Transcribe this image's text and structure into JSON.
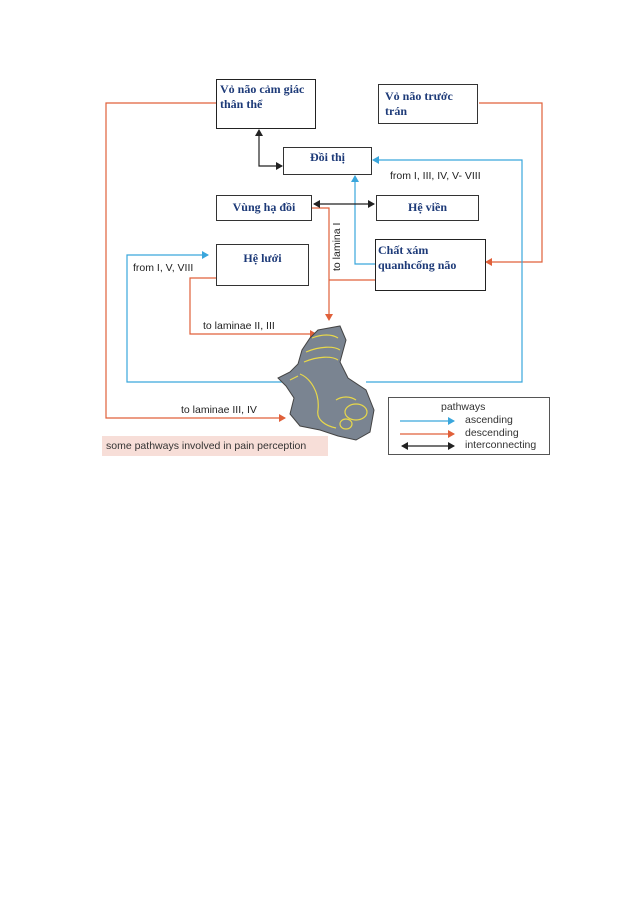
{
  "nodes": {
    "somatosensory": {
      "line1": "Vỏ não cảm giác",
      "line2": "thân thể"
    },
    "prefrontal": {
      "line1": "Vỏ não trước",
      "line2": "trán"
    },
    "thalamus": {
      "label": "Đồi thị"
    },
    "hypothalamus": {
      "label": "Vùng hạ đồi"
    },
    "limbic": {
      "label": "Hệ viền"
    },
    "reticular": {
      "label": "Hệ lưới"
    },
    "pag": {
      "line1": "Chất xám",
      "line2": "quanhcống não"
    }
  },
  "labels": {
    "from_thalamus": "from I, III, IV, V- VIII",
    "from_reticular": "from I, V, VIII",
    "to_lamina_i": "to lamina I",
    "to_laminae_ii_iii": "to laminae II, III",
    "to_laminae_iii_iv": "to laminae III, IV"
  },
  "caption": "some pathways involved in pain perception",
  "legend": {
    "title": "pathways",
    "items": [
      {
        "label": "ascending",
        "color": "#3aa6dc"
      },
      {
        "label": "descending",
        "color": "#e0603a"
      },
      {
        "label": "interconnecting",
        "color": "#222222"
      }
    ]
  },
  "colors": {
    "ascending": "#3aa6dc",
    "descending": "#e0603a",
    "interconnecting": "#222222",
    "spinal_cord_fill": "#7a8491",
    "spinal_cord_lines": "#e8d84a"
  }
}
